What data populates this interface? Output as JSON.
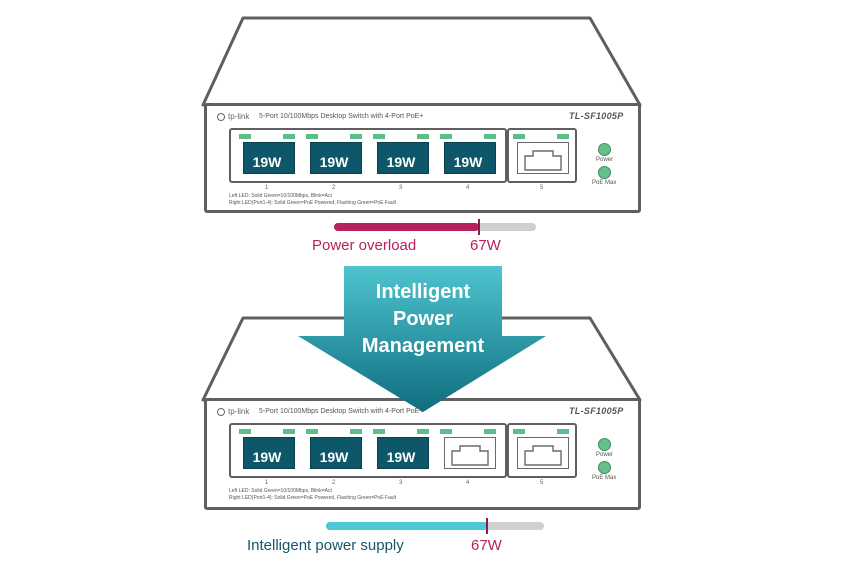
{
  "colors": {
    "accent_overload": "#b6215e",
    "accent_intelligent": "#4cc9d3",
    "arrow_top": "#4ec4cf",
    "arrow_bottom": "#0f6d7e"
  },
  "top_switch": {
    "brand": "tp-link",
    "description": "5-Port 10/100Mbps Desktop Switch with 4-Port PoE+",
    "model": "TL-SF1005P",
    "ports": [
      {
        "num": "1",
        "watt": "19W"
      },
      {
        "num": "2",
        "watt": "19W"
      },
      {
        "num": "3",
        "watt": "19W"
      },
      {
        "num": "4",
        "watt": "19W"
      },
      {
        "num": "5",
        "watt": ""
      }
    ],
    "status_leds": [
      "Power",
      "PoE Max"
    ],
    "legend_left": "Left LED:  Solid Green=10/100Mbps, Blink=Act",
    "legend_right": "Right LED(Port1-4):  Solid Green=PoE Powered, Flashing Green=PoE Fault",
    "caption_label": "Power overload",
    "caption_value": "67W"
  },
  "arrow": {
    "line1": "Intelligent",
    "line2": "Power",
    "line3": "Management"
  },
  "bottom_switch": {
    "brand": "tp-link",
    "description": "5-Port 10/100Mbps Desktop Switch with 4-Port PoE+",
    "model": "TL-SF1005P",
    "ports": [
      {
        "num": "1",
        "watt": "19W"
      },
      {
        "num": "2",
        "watt": "19W"
      },
      {
        "num": "3",
        "watt": "19W"
      },
      {
        "num": "4",
        "watt": ""
      },
      {
        "num": "5",
        "watt": ""
      }
    ],
    "status_leds": [
      "Power",
      "PoE Max"
    ],
    "legend_left": "Left LED:  Solid Green=10/100Mbps, Blink=Act",
    "legend_right": "Right LED(Port1-4):  Solid Green=PoE Powered, Flashing Green=PoE Fault",
    "caption_label": "Intelligent power supply",
    "caption_value": "67W"
  },
  "power_bars": {
    "top": {
      "fill_fraction": 0.72,
      "limit_fraction": 0.72
    },
    "bottom": {
      "fill_fraction": 0.74,
      "limit_fraction": 0.74
    }
  }
}
